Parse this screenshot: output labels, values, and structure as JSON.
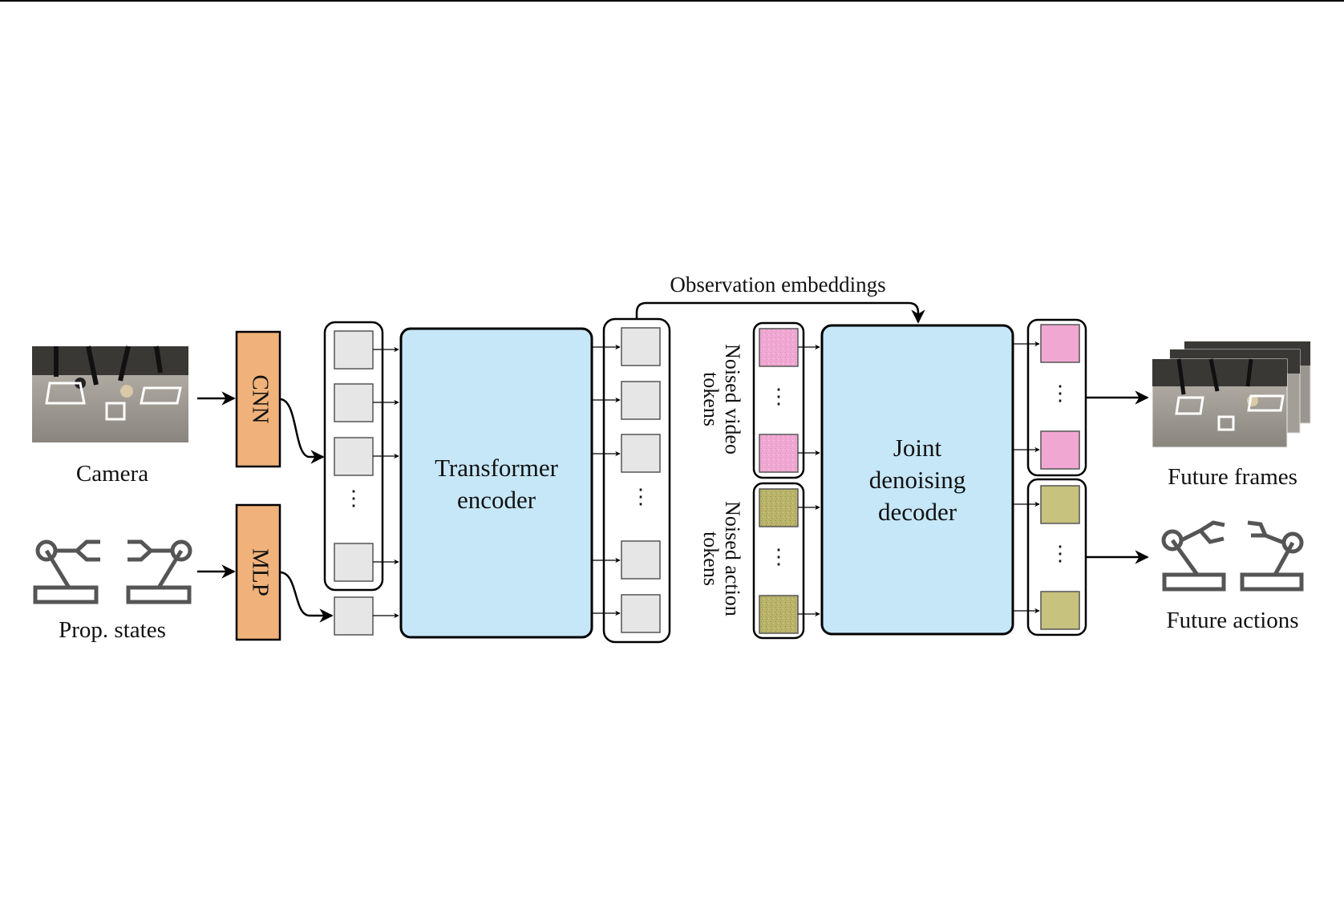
{
  "inputs": {
    "camera_label": "Camera",
    "prop_label": "Prop. states"
  },
  "modules": {
    "cnn": "CNN",
    "mlp": "MLP",
    "encoder_line1": "Transformer",
    "encoder_line2": "encoder",
    "decoder_line1": "Joint",
    "decoder_line2": "denoising",
    "decoder_line3": "decoder"
  },
  "connections": {
    "observation_label": "Observation embeddings"
  },
  "noised": {
    "video_line1": "Noised video",
    "video_line2": "tokens",
    "action_line1": "Noised action",
    "action_line2": "tokens"
  },
  "outputs": {
    "frames_label": "Future frames",
    "actions_label": "Future actions"
  },
  "colors": {
    "module_fill": "#f0b27a",
    "transformer_fill": "#c6e7f8",
    "token_fill": "#e6e6e6",
    "video_token_fill": "#f0a8d2",
    "action_token_fill": "#c7c27e",
    "robot_stroke": "#555555"
  }
}
